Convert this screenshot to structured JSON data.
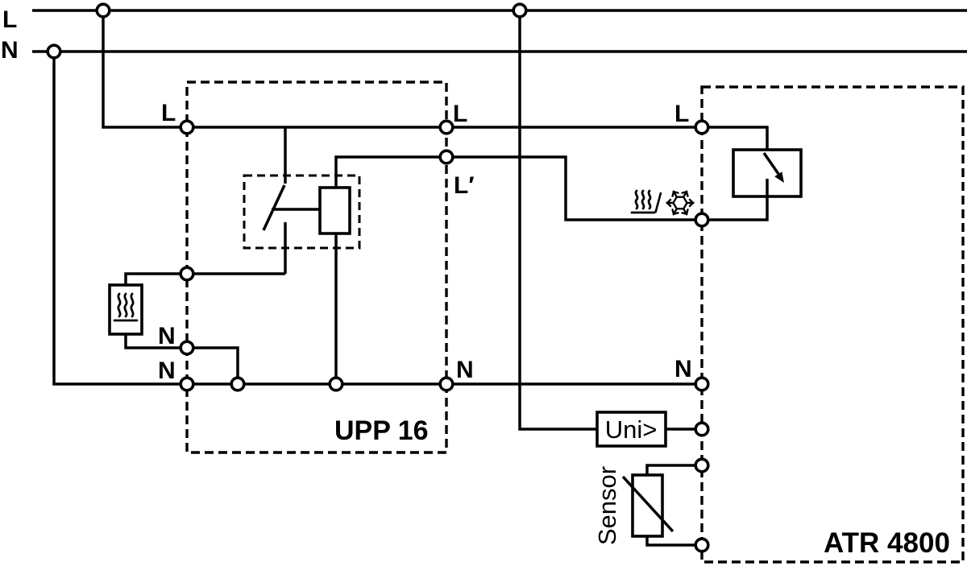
{
  "diagram": {
    "background": "#ffffff",
    "line_color": "#000000",
    "bus": {
      "l": "L",
      "n": "N"
    },
    "upp16": {
      "name": "UPP 16",
      "terminals": {
        "l_in": "L",
        "l_out": "L",
        "l_switched": "L′",
        "n_heater": "N",
        "n_in": "N",
        "n_out": "N"
      }
    },
    "atr4800": {
      "name": "ATR 4800",
      "terminals": {
        "l": "L",
        "n": "N"
      },
      "mode_separator": "/",
      "uni_input": "Uni>",
      "sensor": "Sensor"
    },
    "icons": {
      "heater_load": "heating-element-icon",
      "heating": "heating-icon",
      "cooling": "snowflake-icon"
    }
  }
}
